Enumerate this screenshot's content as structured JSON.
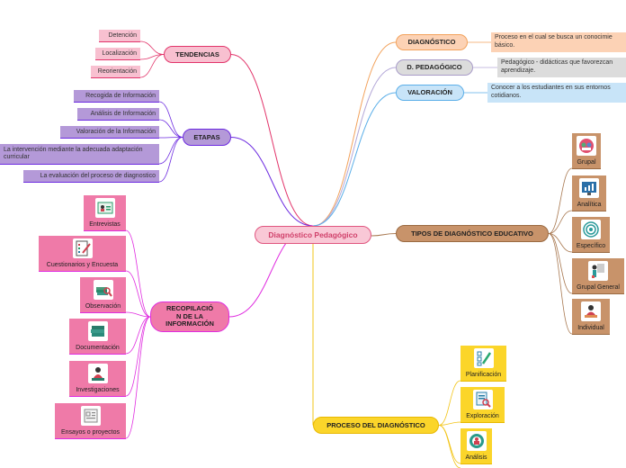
{
  "central": "Diagnóstico Pedagógico",
  "right_top": [
    {
      "label": "DIAGNÓSTICO",
      "desc_line1": "Proceso en el cual se busca un conocimie",
      "desc_line2": "básico."
    },
    {
      "label": "D. PEDAGÓGICO",
      "desc_line1": "Pedagógico - didácticas que favorezcan",
      "desc_line2": "aprendizaje."
    },
    {
      "label": "VALORACIÓN",
      "desc_line1": "Conocer a los estudiantes en sus entornos",
      "desc_line2": "cotidianos."
    }
  ],
  "tipos": {
    "label": "TIPOS DE DIAGNÓSTICO EDUCATIVO",
    "items": [
      {
        "label": "Grupal",
        "icon": "group-icon"
      },
      {
        "label": "Analítica",
        "icon": "analytics-icon"
      },
      {
        "label": "Específico",
        "icon": "target-icon"
      },
      {
        "label": "Grupal General",
        "icon": "presenter-icon"
      },
      {
        "label": "Individual",
        "icon": "person-desk-icon"
      }
    ]
  },
  "proceso": {
    "label": "PROCESO DEL DIAGNÓSTICO",
    "items": [
      {
        "label": "Planificación",
        "icon": "checklist-icon"
      },
      {
        "label": "Exploración",
        "icon": "document-search-icon"
      },
      {
        "label": "Análisis",
        "icon": "gear-person-icon"
      }
    ]
  },
  "tendencias": {
    "label": "TENDENCIAS",
    "items": [
      "Detención",
      "Localización",
      "Reorientación"
    ]
  },
  "etapas": {
    "label": "ETAPAS",
    "items": [
      "Recogida de Información",
      "Análisis de Información",
      "Valoración de la Información",
      "La intervención mediante la adecuada adaptación curricular",
      "La evaluación del proceso de diagnostico"
    ],
    "long_item_line1": "La intervención mediante la adecuada adaptación",
    "long_item_line2": "curricular"
  },
  "recopilacion": {
    "label_line1": "RECOPILACIÓ",
    "label_line2": "N DE LA",
    "label_line3": "INFORMACIÓN",
    "items": [
      {
        "label": "Entrevistas",
        "icon": "id-card-icon"
      },
      {
        "label": "Cuestionarios y Encuesta",
        "icon": "questionnaire-icon"
      },
      {
        "label": "Observación",
        "icon": "books-magnifier-icon"
      },
      {
        "label": "Documentación",
        "icon": "books-icon"
      },
      {
        "label": "Investigaciones",
        "icon": "researcher-icon"
      },
      {
        "label": "Ensayos o proyectos",
        "icon": "notebook-icon"
      }
    ]
  },
  "colors": {
    "central_fill": "#f9c8d6",
    "central_border": "#e0557f",
    "central_text": "#d0406a",
    "diagnostico_fill": "#fcd2b5",
    "diagnostico_border": "#f2a25c",
    "diagnostico_line": "#f2a25c",
    "pedagogico_fill": "#dcdcdc",
    "pedagogico_border": "#a89cc8",
    "pedagogico_line": "#b4a8d8",
    "valoracion_fill": "#c8e4f8",
    "valoracion_border": "#5aaee8",
    "valoracion_line": "#5aaee8",
    "tipos_fill": "#c8936a",
    "tipos_border": "#9a6a42",
    "tipos_line": "#a87850",
    "proceso_fill": "#fbd52a",
    "proceso_border": "#e8b800",
    "proceso_line": "#f2c418",
    "tendencias_fill": "#f8c0d0",
    "tendencias_border": "#e2346a",
    "tendencias_line": "#e2346a",
    "etapas_fill": "#b499d8",
    "etapas_border": "#6c2ae0",
    "etapas_line": "#6c2ae0",
    "recop_fill": "#ef7aa8",
    "recop_border": "#e02ce0",
    "recop_line": "#e02ce0"
  }
}
